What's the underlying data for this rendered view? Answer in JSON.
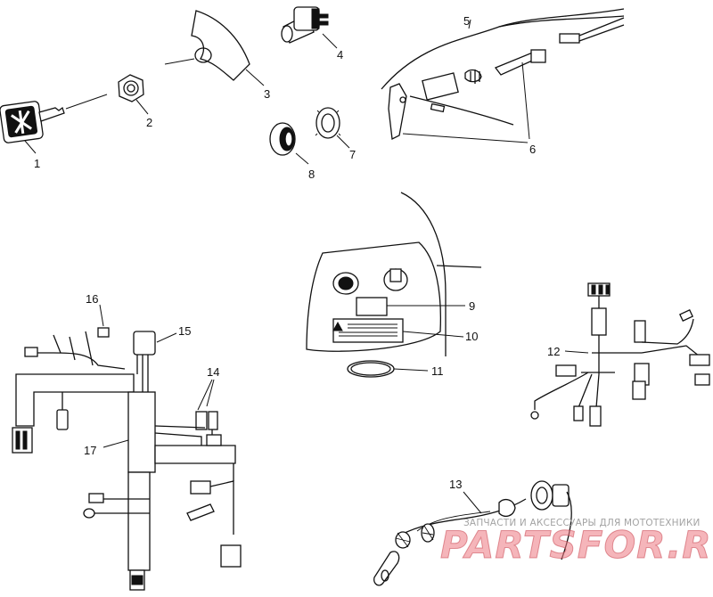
{
  "callouts": {
    "c1": "1",
    "c2": "2",
    "c3": "3",
    "c4": "4",
    "c5": "5",
    "c6": "6",
    "c7": "7",
    "c8": "8",
    "c9": "9",
    "c10": "10",
    "c11": "11",
    "c12": "12",
    "c13": "13",
    "c14": "14",
    "c15": "15",
    "c16": "16",
    "c17": "17"
  },
  "watermark": {
    "caption": "ЗАПЧАСТИ И АКСЕССУАРЫ ДЛЯ МОТОТЕХНИКИ",
    "brand": "PARTSFOR.RU"
  },
  "colors": {
    "ink": "#111111",
    "watermark": "#e87a85"
  }
}
